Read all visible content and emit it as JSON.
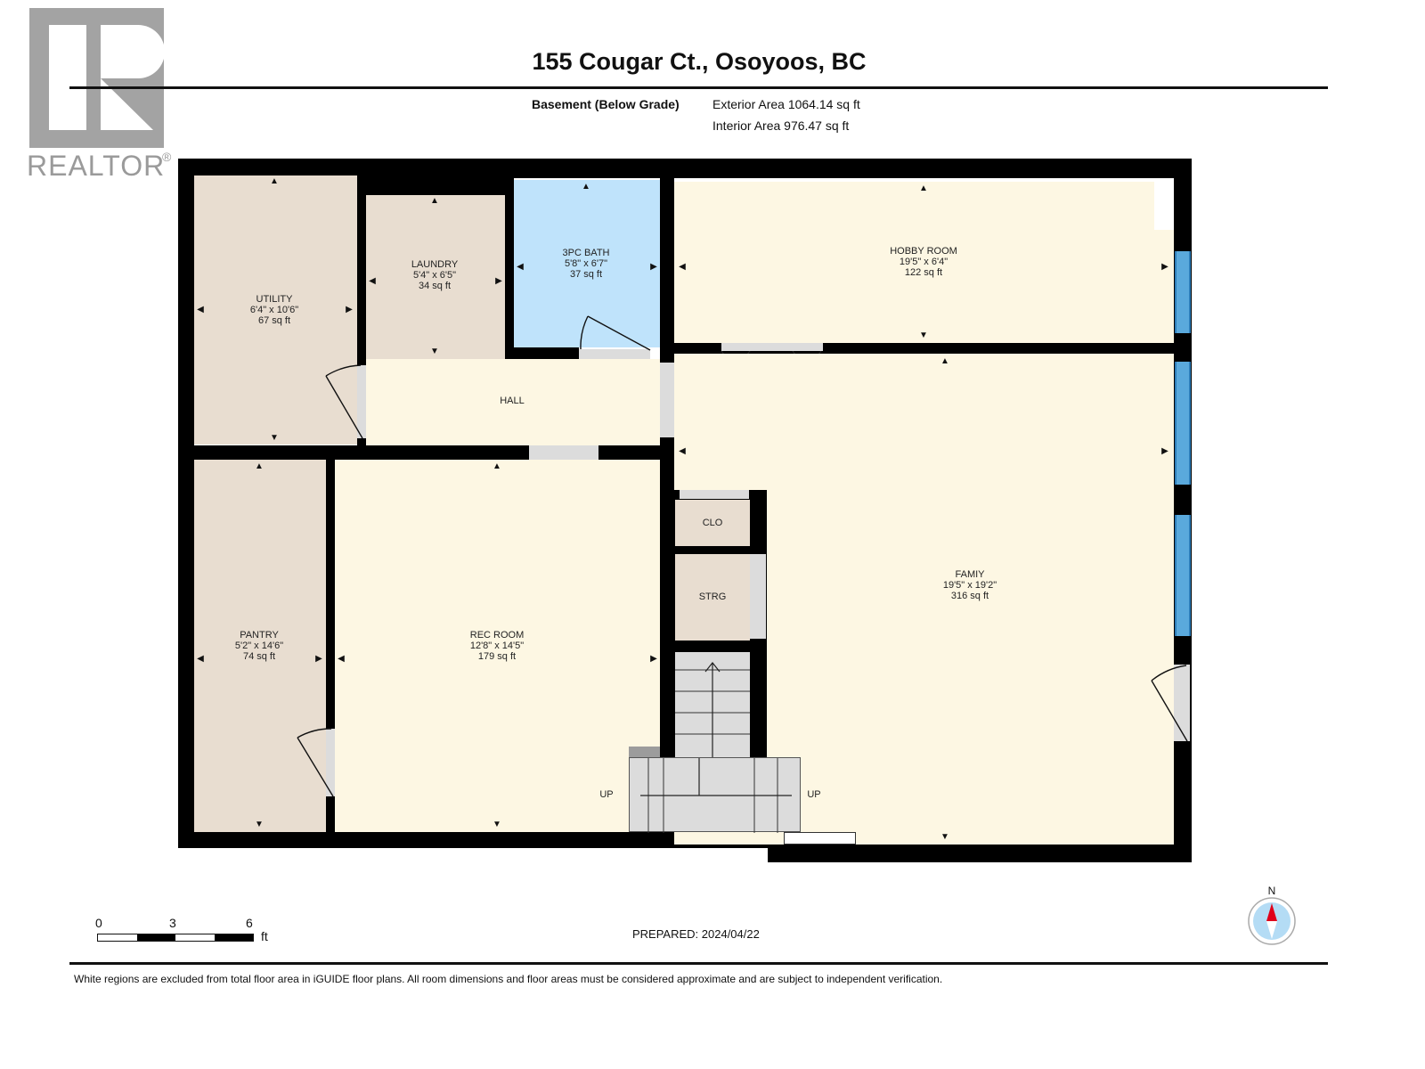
{
  "logo": {
    "mark": "R",
    "word": "REALTOR",
    "reg": "®"
  },
  "header": {
    "title": "155 Cougar Ct., Osoyoos, BC",
    "floor_label": "Basement (Below Grade)",
    "exterior_area": "Exterior Area 1064.14 sq ft",
    "interior_area": "Interior Area 976.47 sq ft"
  },
  "rooms": {
    "utility": {
      "name": "UTILITY",
      "dims": "6'4\" x 10'6\"",
      "area": "67 sq ft"
    },
    "laundry": {
      "name": "LAUNDRY",
      "dims": "5'4\" x 6'5\"",
      "area": "34 sq ft"
    },
    "bath": {
      "name": "3PC BATH",
      "dims": "5'8\" x 6'7\"",
      "area": "37 sq ft"
    },
    "hobby": {
      "name": "HOBBY ROOM",
      "dims": "19'5\" x 6'4\"",
      "area": "122 sq ft"
    },
    "hall": {
      "name": "HALL"
    },
    "pantry": {
      "name": "PANTRY",
      "dims": "5'2\" x 14'6\"",
      "area": "74 sq ft"
    },
    "rec": {
      "name": "REC ROOM",
      "dims": "12'8\" x 14'5\"",
      "area": "179 sq ft"
    },
    "clo": {
      "name": "CLO"
    },
    "strg": {
      "name": "STRG"
    },
    "family": {
      "name": "FAMIY",
      "dims": "19'5\" x 19'2\"",
      "area": "316 sq ft"
    }
  },
  "stairs": {
    "up_left": "UP",
    "up_right": "UP"
  },
  "footer": {
    "scale": {
      "zero": "0",
      "mid": "3",
      "end": "6",
      "unit": "ft"
    },
    "prepared": "PREPARED: 2024/04/22",
    "compass_label": "N",
    "disclaimer": "White regions are excluded from total floor area in iGUIDE floor plans. All room dimensions and floor areas must be considered approximate and are subject to independent verification."
  },
  "colors": {
    "wall": "#000000",
    "beige": "#e8ddd0",
    "cream": "#fdf7e3",
    "bath_blue": "#bfe3fb",
    "window_blue": "#5aa9dc",
    "compass_red": "#e0001a"
  }
}
